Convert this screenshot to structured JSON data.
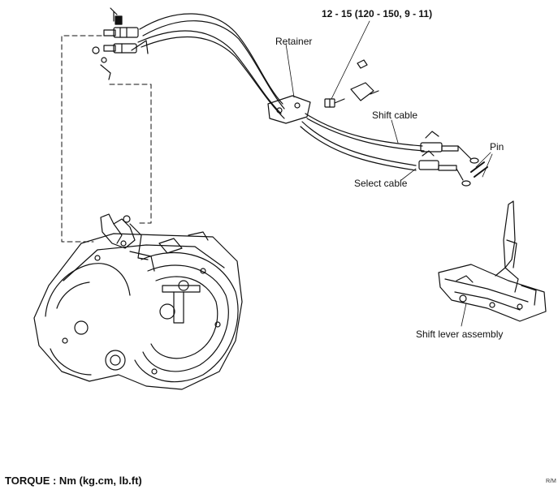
{
  "labels": {
    "torque_spec": "12 - 15 (120 - 150, 9 - 11)",
    "retainer": "Retainer",
    "shift_cable": "Shift cable",
    "pin": "Pin",
    "select_cable": "Select cable",
    "shift_lever_assembly": "Shift lever assembly",
    "torque_units": "TORQUE : Nm (kg.cm, lb.ft)",
    "ref_code": "R/M"
  },
  "icons": [
    "transaxle-icon",
    "shift-lever-assembly-icon",
    "cable-pair-icon",
    "retainer-bracket-icon",
    "bolt-icon",
    "pin-icon"
  ],
  "colors": {
    "ink": "#111111",
    "background": "#ffffff"
  }
}
